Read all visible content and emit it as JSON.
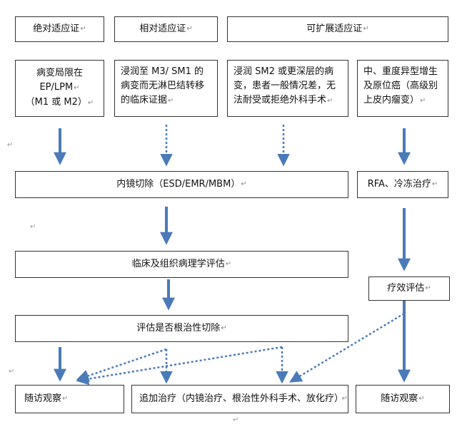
{
  "headers": {
    "absolute": "绝对适应证",
    "relative": "相对适应证",
    "extended": "可扩展适应证"
  },
  "criteria": {
    "c1_lines": [
      "病变局限在",
      "EP/LPM",
      "（M1 或 M2）"
    ],
    "c2": "浸润至 M3/ SM1 的病变而无淋巴结转移的临床证据",
    "c3": "浸润 SM2 或更深层的病变，患者一般情况差，无法耐受或拒绝外科手术",
    "c4": "中、重度异型增生及原位癌（高级别上皮内瘤变）"
  },
  "steps": {
    "endoscopic": "内镜切除（ESD/EMR/MBM）",
    "rfa": "RFA、冷冻治疗",
    "pathology": "临床及组织病理学评估",
    "efficacy": "疗效评估",
    "curative": "评估是否根治性切除",
    "followup_left": "随访观察",
    "additional": "追加治疗（内镜治疗、根治性外科手术、放化疗）",
    "followup_right": "随访观察"
  },
  "return_mark": "↵",
  "colors": {
    "arrow": "#4a7ab8",
    "border": "#333333"
  }
}
